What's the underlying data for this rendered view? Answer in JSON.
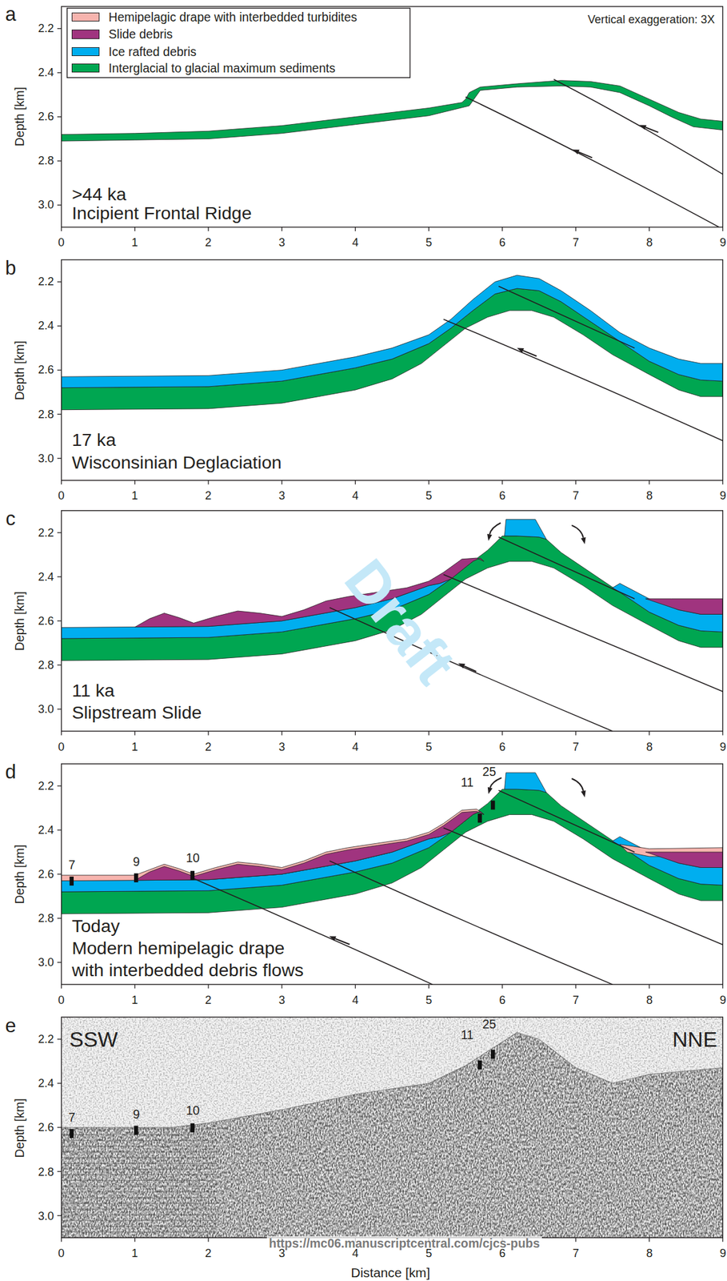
{
  "diagram": {
    "labels": [
      "a",
      "Vertical exaggeration: 3X",
      "2.2",
      "2.4",
      "2.6",
      "2.8",
      "3.0",
      "Depth [km]",
      ">44 ka",
      "Incipient Frontal Ridge",
      "0",
      "1",
      "2",
      "3",
      "4",
      "5",
      "6",
      "7",
      "8",
      "9",
      "b",
      "2.2",
      "2.4",
      "2.6",
      "2.8",
      "3.0",
      "Depth [km]",
      "17 ka",
      "Wisconsinian Deglaciation",
      "0",
      "1",
      "2",
      "3",
      "4",
      "5",
      "6",
      "7",
      "8",
      "9",
      "c",
      "2.2",
      "2.4",
      "2.6",
      "2.8",
      "3.0",
      "Depth [km]",
      "11 ka",
      "Slipstream Slide",
      "0",
      "1",
      "2",
      "3",
      "4",
      "5",
      "6",
      "7",
      "8",
      "9",
      "Draft",
      "d",
      "2.2",
      "2.4",
      "2.6",
      "2.8",
      "3.0",
      "Depth [km]",
      "Today",
      "Modern hemipelagic drape",
      "with interbedded debris flows",
      "7",
      "9",
      "10",
      "11",
      "25",
      "0",
      "1",
      "2",
      "3",
      "4",
      "5",
      "6",
      "7",
      "8",
      "9",
      "e",
      "2.2",
      "2.4",
      "2.6",
      "2.8",
      "3.0",
      "Depth [km]",
      "SSW",
      "NNE",
      "7",
      "9",
      "10",
      "11",
      "25",
      "https://mc06.manuscriptcentral.com/cjcs-pubs",
      "0",
      "1",
      "2",
      "3",
      "4",
      "5",
      "6",
      "7",
      "8",
      "9",
      "Distance [km]"
    ],
    "legend": [
      {
        "text": "Hemipelagic drape with interbedded turbidites",
        "color": "#f7b4ae"
      },
      {
        "text": "Slide debris",
        "color": "#a0347f"
      },
      {
        "text": "Ice rafted debris",
        "color": "#00aeef"
      },
      {
        "text": "Interglacial to glacial maximum sediments",
        "color": "#00a651"
      }
    ]
  }
}
